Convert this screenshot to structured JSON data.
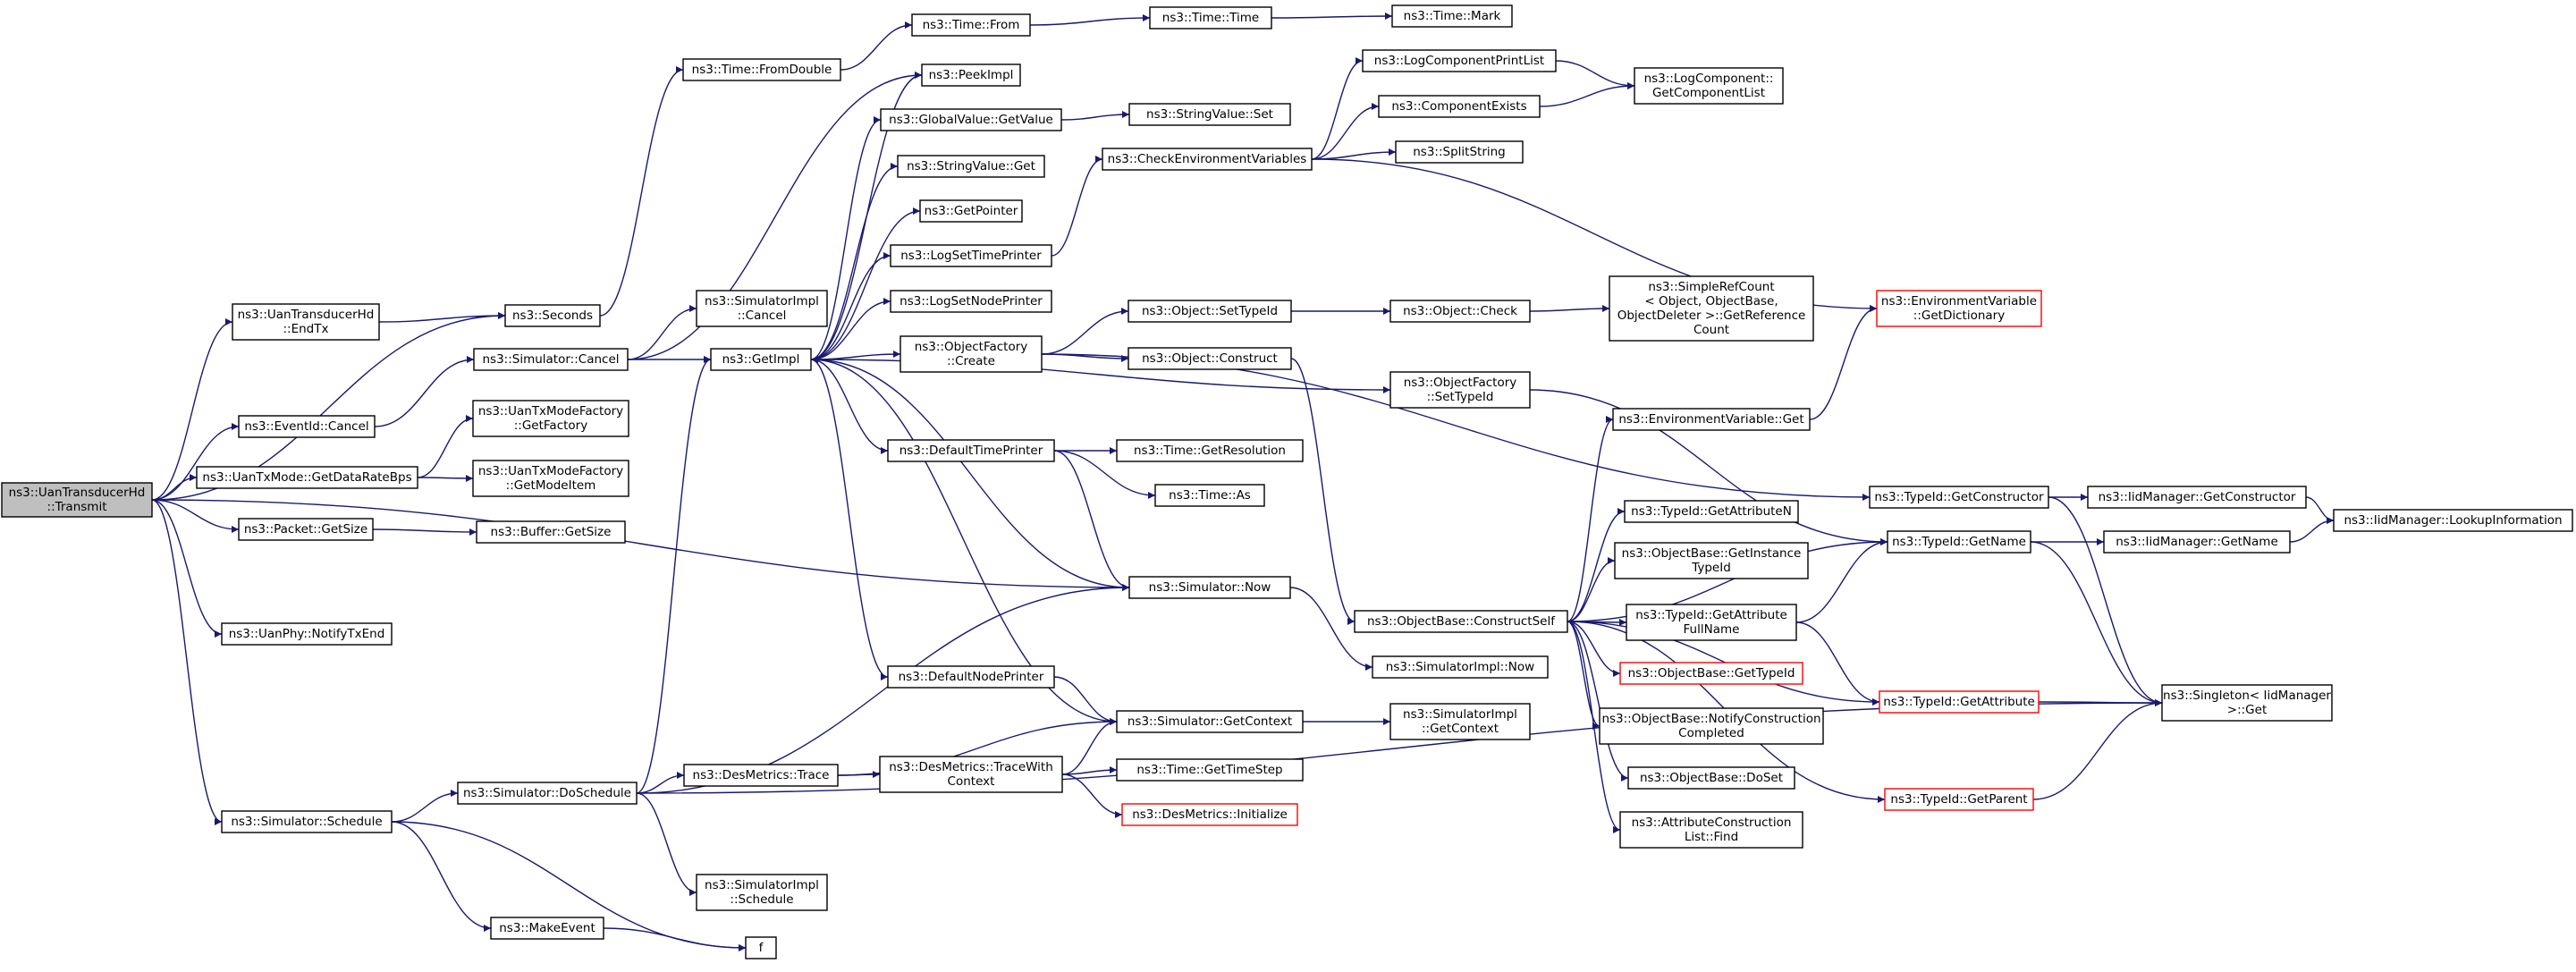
{
  "graph": {
    "nodes": [
      {
        "id": "transmit",
        "lines": [
          "ns3::UanTransducerHd",
          "::Transmit"
        ],
        "root": true
      },
      {
        "id": "endtx",
        "lines": [
          "ns3::UanTransducerHd",
          "::EndTx"
        ]
      },
      {
        "id": "eventid_cancel",
        "lines": [
          "ns3::EventId::Cancel"
        ]
      },
      {
        "id": "getdataratebps",
        "lines": [
          "ns3::UanTxMode::GetDataRateBps"
        ]
      },
      {
        "id": "packet_getsize",
        "lines": [
          "ns3::Packet::GetSize"
        ]
      },
      {
        "id": "notifytxend",
        "lines": [
          "ns3::UanPhy::NotifyTxEnd"
        ]
      },
      {
        "id": "sim_schedule",
        "lines": [
          "ns3::Simulator::Schedule"
        ]
      },
      {
        "id": "seconds",
        "lines": [
          "ns3::Seconds"
        ]
      },
      {
        "id": "sim_cancel",
        "lines": [
          "ns3::Simulator::Cancel"
        ]
      },
      {
        "id": "modefactory_getfactory",
        "lines": [
          "ns3::UanTxModeFactory",
          "::GetFactory"
        ]
      },
      {
        "id": "modefactory_getmodeitem",
        "lines": [
          "ns3::UanTxModeFactory",
          "::GetModeItem"
        ]
      },
      {
        "id": "buffer_getsize",
        "lines": [
          "ns3::Buffer::GetSize"
        ]
      },
      {
        "id": "sim_doschedule",
        "lines": [
          "ns3::Simulator::DoSchedule"
        ]
      },
      {
        "id": "makeevent",
        "lines": [
          "ns3::MakeEvent"
        ]
      },
      {
        "id": "f",
        "lines": [
          "f"
        ]
      },
      {
        "id": "time_fromdouble",
        "lines": [
          "ns3::Time::FromDouble"
        ]
      },
      {
        "id": "simimpl_cancel",
        "lines": [
          "ns3::SimulatorImpl",
          "::Cancel"
        ]
      },
      {
        "id": "getimpl",
        "lines": [
          "ns3::GetImpl"
        ]
      },
      {
        "id": "desmetrics_trace",
        "lines": [
          "ns3::DesMetrics::Trace"
        ]
      },
      {
        "id": "simimpl_schedule",
        "lines": [
          "ns3::SimulatorImpl",
          "::Schedule"
        ]
      },
      {
        "id": "time_from",
        "lines": [
          "ns3::Time::From"
        ]
      },
      {
        "id": "peekimpl",
        "lines": [
          "ns3::PeekImpl"
        ]
      },
      {
        "id": "globalvalue_getvalue",
        "lines": [
          "ns3::GlobalValue::GetValue"
        ]
      },
      {
        "id": "stringvalue_get",
        "lines": [
          "ns3::StringValue::Get"
        ]
      },
      {
        "id": "getpointer",
        "lines": [
          "ns3::GetPointer"
        ]
      },
      {
        "id": "logsettimeprinter",
        "lines": [
          "ns3::LogSetTimePrinter"
        ]
      },
      {
        "id": "logsetnodeprinter",
        "lines": [
          "ns3::LogSetNodePrinter"
        ]
      },
      {
        "id": "objectfactory_create",
        "lines": [
          "ns3::ObjectFactory",
          "::Create"
        ]
      },
      {
        "id": "defaulttimeprinter",
        "lines": [
          "ns3::DefaultTimePrinter"
        ]
      },
      {
        "id": "defaultnodeprinter",
        "lines": [
          "ns3::DefaultNodePrinter"
        ]
      },
      {
        "id": "desmetrics_tracewithcontext",
        "lines": [
          "ns3::DesMetrics::TraceWith",
          "Context"
        ]
      },
      {
        "id": "time_time",
        "lines": [
          "ns3::Time::Time"
        ]
      },
      {
        "id": "time_mark",
        "lines": [
          "ns3::Time::Mark"
        ]
      },
      {
        "id": "stringvalue_set",
        "lines": [
          "ns3::StringValue::Set"
        ]
      },
      {
        "id": "checkenvvars",
        "lines": [
          "ns3::CheckEnvironmentVariables"
        ]
      },
      {
        "id": "object_settypeid",
        "lines": [
          "ns3::Object::SetTypeId"
        ]
      },
      {
        "id": "object_construct",
        "lines": [
          "ns3::Object::Construct"
        ]
      },
      {
        "id": "time_getresolution",
        "lines": [
          "ns3::Time::GetResolution"
        ]
      },
      {
        "id": "time_as",
        "lines": [
          "ns3::Time::As"
        ]
      },
      {
        "id": "sim_now",
        "lines": [
          "ns3::Simulator::Now"
        ]
      },
      {
        "id": "sim_getcontext",
        "lines": [
          "ns3::Simulator::GetContext"
        ]
      },
      {
        "id": "time_gettimestep",
        "lines": [
          "ns3::Time::GetTimeStep"
        ]
      },
      {
        "id": "desmetrics_initialize",
        "lines": [
          "ns3::DesMetrics::Initialize"
        ],
        "red": true
      },
      {
        "id": "logcomponentprintlist",
        "lines": [
          "ns3::LogComponentPrintList"
        ]
      },
      {
        "id": "componentexists",
        "lines": [
          "ns3::ComponentExists"
        ]
      },
      {
        "id": "splitstring",
        "lines": [
          "ns3::SplitString"
        ]
      },
      {
        "id": "object_check",
        "lines": [
          "ns3::Object::Check"
        ]
      },
      {
        "id": "objectfactory_settypeid",
        "lines": [
          "ns3::ObjectFactory",
          "::SetTypeId"
        ]
      },
      {
        "id": "objectbase_constructself",
        "lines": [
          "ns3::ObjectBase::ConstructSelf"
        ]
      },
      {
        "id": "simimpl_now",
        "lines": [
          "ns3::SimulatorImpl::Now"
        ]
      },
      {
        "id": "simimpl_getcontext",
        "lines": [
          "ns3::SimulatorImpl",
          "::GetContext"
        ]
      },
      {
        "id": "getcomponentlist",
        "lines": [
          "ns3::LogComponent::",
          "GetComponentList"
        ]
      },
      {
        "id": "simplerefcount",
        "lines": [
          "ns3::SimpleRefCount",
          "< Object, ObjectBase,",
          "ObjectDeleter >::GetReference",
          "Count"
        ]
      },
      {
        "id": "envvar_get",
        "lines": [
          "ns3::EnvironmentVariable::Get"
        ]
      },
      {
        "id": "typeid_getattributen",
        "lines": [
          "ns3::TypeId::GetAttributeN"
        ]
      },
      {
        "id": "objectbase_getinstancetypeid",
        "lines": [
          "ns3::ObjectBase::GetInstance",
          "TypeId"
        ]
      },
      {
        "id": "typeid_getattributefullname",
        "lines": [
          "ns3::TypeId::GetAttribute",
          "FullName"
        ]
      },
      {
        "id": "objectbase_gettypeid",
        "lines": [
          "ns3::ObjectBase::GetTypeId"
        ],
        "red": true
      },
      {
        "id": "objectbase_notifyconstructioncompleted",
        "lines": [
          "ns3::ObjectBase::NotifyConstruction",
          "Completed"
        ]
      },
      {
        "id": "objectbase_doset",
        "lines": [
          "ns3::ObjectBase::DoSet"
        ]
      },
      {
        "id": "attributeconstructionlist_find",
        "lines": [
          "ns3::AttributeConstruction",
          "List::Find"
        ]
      },
      {
        "id": "envvar_getdictionary",
        "lines": [
          "ns3::EnvironmentVariable",
          "::GetDictionary"
        ],
        "red": true
      },
      {
        "id": "typeid_getconstructor",
        "lines": [
          "ns3::TypeId::GetConstructor"
        ]
      },
      {
        "id": "typeid_getname",
        "lines": [
          "ns3::TypeId::GetName"
        ]
      },
      {
        "id": "typeid_getattribute",
        "lines": [
          "ns3::TypeId::GetAttribute"
        ],
        "red": true
      },
      {
        "id": "typeid_getparent",
        "lines": [
          "ns3::TypeId::GetParent"
        ],
        "red": true
      },
      {
        "id": "iidmanager_getconstructor",
        "lines": [
          "ns3::IidManager::GetConstructor"
        ]
      },
      {
        "id": "iidmanager_getname",
        "lines": [
          "ns3::IidManager::GetName"
        ]
      },
      {
        "id": "iidmanager_lookupinformation",
        "lines": [
          "ns3::IidManager::LookupInformation"
        ]
      },
      {
        "id": "singleton_get",
        "lines": [
          "ns3::Singleton< IidManager",
          ">::Get"
        ]
      }
    ],
    "edges": [
      [
        "transmit",
        "endtx"
      ],
      [
        "transmit",
        "seconds"
      ],
      [
        "transmit",
        "eventid_cancel"
      ],
      [
        "transmit",
        "getdataratebps"
      ],
      [
        "transmit",
        "packet_getsize"
      ],
      [
        "transmit",
        "sim_now"
      ],
      [
        "transmit",
        "notifytxend"
      ],
      [
        "transmit",
        "sim_schedule"
      ],
      [
        "endtx",
        "seconds"
      ],
      [
        "seconds",
        "time_fromdouble"
      ],
      [
        "eventid_cancel",
        "sim_cancel"
      ],
      [
        "sim_cancel",
        "simimpl_cancel"
      ],
      [
        "sim_cancel",
        "getimpl"
      ],
      [
        "sim_cancel",
        "peekimpl"
      ],
      [
        "getdataratebps",
        "modefactory_getfactory"
      ],
      [
        "getdataratebps",
        "modefactory_getmodeitem"
      ],
      [
        "packet_getsize",
        "buffer_getsize"
      ],
      [
        "sim_schedule",
        "sim_doschedule"
      ],
      [
        "sim_schedule",
        "makeevent"
      ],
      [
        "sim_schedule",
        "f"
      ],
      [
        "makeevent",
        "f"
      ],
      [
        "sim_doschedule",
        "getimpl"
      ],
      [
        "sim_doschedule",
        "sim_now"
      ],
      [
        "sim_doschedule",
        "desmetrics_trace"
      ],
      [
        "sim_doschedule",
        "simimpl_schedule"
      ],
      [
        "sim_doschedule",
        "singleton_get"
      ],
      [
        "time_fromdouble",
        "time_from"
      ],
      [
        "time_from",
        "time_time"
      ],
      [
        "time_time",
        "time_mark"
      ],
      [
        "getimpl",
        "peekimpl"
      ],
      [
        "getimpl",
        "globalvalue_getvalue"
      ],
      [
        "getimpl",
        "stringvalue_get"
      ],
      [
        "getimpl",
        "getpointer"
      ],
      [
        "getimpl",
        "logsettimeprinter"
      ],
      [
        "getimpl",
        "logsetnodeprinter"
      ],
      [
        "getimpl",
        "objectfactory_create"
      ],
      [
        "getimpl",
        "objectfactory_settypeid"
      ],
      [
        "getimpl",
        "defaulttimeprinter"
      ],
      [
        "getimpl",
        "defaultnodeprinter"
      ],
      [
        "globalvalue_getvalue",
        "stringvalue_set"
      ],
      [
        "logsettimeprinter",
        "checkenvvars"
      ],
      [
        "checkenvvars",
        "logcomponentprintlist"
      ],
      [
        "checkenvvars",
        "componentexists"
      ],
      [
        "checkenvvars",
        "splitstring"
      ],
      [
        "checkenvvars",
        "envvar_getdictionary"
      ],
      [
        "logcomponentprintlist",
        "getcomponentlist"
      ],
      [
        "componentexists",
        "getcomponentlist"
      ],
      [
        "objectfactory_create",
        "object_settypeid"
      ],
      [
        "objectfactory_create",
        "object_construct"
      ],
      [
        "objectfactory_create",
        "typeid_getconstructor"
      ],
      [
        "object_settypeid",
        "object_check"
      ],
      [
        "object_check",
        "simplerefcount"
      ],
      [
        "object_construct",
        "objectbase_constructself"
      ],
      [
        "objectfactory_settypeid",
        "typeid_getname"
      ],
      [
        "defaulttimeprinter",
        "time_getresolution"
      ],
      [
        "defaulttimeprinter",
        "time_as"
      ],
      [
        "defaulttimeprinter",
        "sim_now"
      ],
      [
        "defaultnodeprinter",
        "sim_getcontext"
      ],
      [
        "desmetrics_trace",
        "sim_getcontext"
      ],
      [
        "desmetrics_trace",
        "desmetrics_tracewithcontext"
      ],
      [
        "desmetrics_tracewithcontext",
        "sim_getcontext"
      ],
      [
        "desmetrics_tracewithcontext",
        "time_gettimestep"
      ],
      [
        "desmetrics_tracewithcontext",
        "desmetrics_initialize"
      ],
      [
        "sim_now",
        "getimpl"
      ],
      [
        "sim_now",
        "simimpl_now"
      ],
      [
        "sim_getcontext",
        "getimpl"
      ],
      [
        "sim_getcontext",
        "simimpl_getcontext"
      ],
      [
        "objectbase_constructself",
        "envvar_get"
      ],
      [
        "objectbase_constructself",
        "typeid_getname"
      ],
      [
        "objectbase_constructself",
        "typeid_getattributen"
      ],
      [
        "objectbase_constructself",
        "objectbase_getinstancetypeid"
      ],
      [
        "objectbase_constructself",
        "typeid_getattributefullname"
      ],
      [
        "objectbase_constructself",
        "objectbase_gettypeid"
      ],
      [
        "objectbase_constructself",
        "typeid_getattribute"
      ],
      [
        "objectbase_constructself",
        "objectbase_notifyconstructioncompleted"
      ],
      [
        "objectbase_constructself",
        "objectbase_doset"
      ],
      [
        "objectbase_constructself",
        "attributeconstructionlist_find"
      ],
      [
        "objectbase_constructself",
        "typeid_getparent"
      ],
      [
        "envvar_get",
        "envvar_getdictionary"
      ],
      [
        "typeid_getattributefullname",
        "typeid_getname"
      ],
      [
        "typeid_getattributefullname",
        "typeid_getattribute"
      ],
      [
        "typeid_getconstructor",
        "iidmanager_getconstructor"
      ],
      [
        "typeid_getconstructor",
        "singleton_get"
      ],
      [
        "typeid_getname",
        "iidmanager_getname"
      ],
      [
        "typeid_getname",
        "singleton_get"
      ],
      [
        "typeid_getattribute",
        "singleton_get"
      ],
      [
        "typeid_getparent",
        "singleton_get"
      ],
      [
        "iidmanager_getconstructor",
        "iidmanager_lookupinformation"
      ],
      [
        "iidmanager_getname",
        "iidmanager_lookupinformation"
      ]
    ]
  }
}
